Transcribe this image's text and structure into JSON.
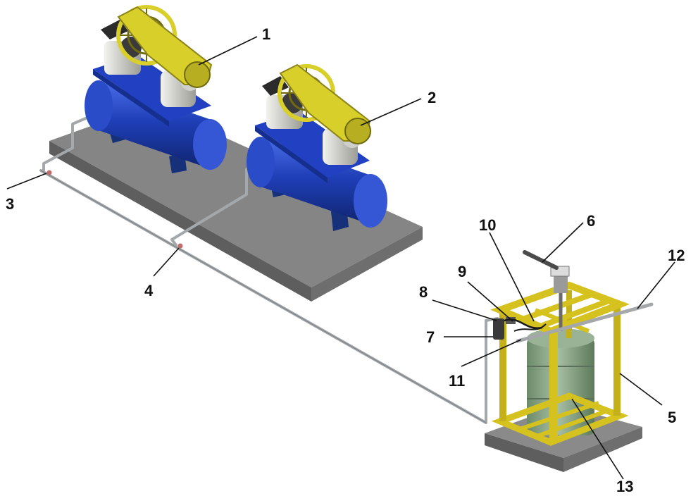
{
  "labels": {
    "l1": "1",
    "l2": "2",
    "l3": "3",
    "l4": "4",
    "l5": "5",
    "l6": "6",
    "l7": "7",
    "l8": "8",
    "l9": "9",
    "l10": "10",
    "l11": "11",
    "l12": "12",
    "l13": "13"
  },
  "colors": {
    "tank_blue": "#1f3fb8",
    "belt_yellow": "#d8cf2a",
    "frame_yellow": "#d6c21f",
    "base_gray": "#8c8c8c",
    "drum_green": "#8fa88a",
    "pipe_gray": "#a4a8ab",
    "motor_light": "#d0d0cc"
  }
}
